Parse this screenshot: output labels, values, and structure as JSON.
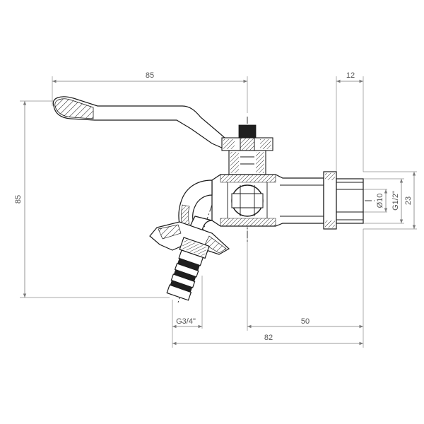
{
  "drawing": {
    "title": "",
    "dimensions": {
      "handle_length": "85",
      "thread_length": "12",
      "overall_height": "85",
      "bore_diameter": "Ø10",
      "inlet_thread": "G1/2\"",
      "inlet_outer_diameter": "23",
      "outlet_thread": "G3/4\"",
      "outlet_to_center": "50",
      "overall_length": "82"
    }
  }
}
